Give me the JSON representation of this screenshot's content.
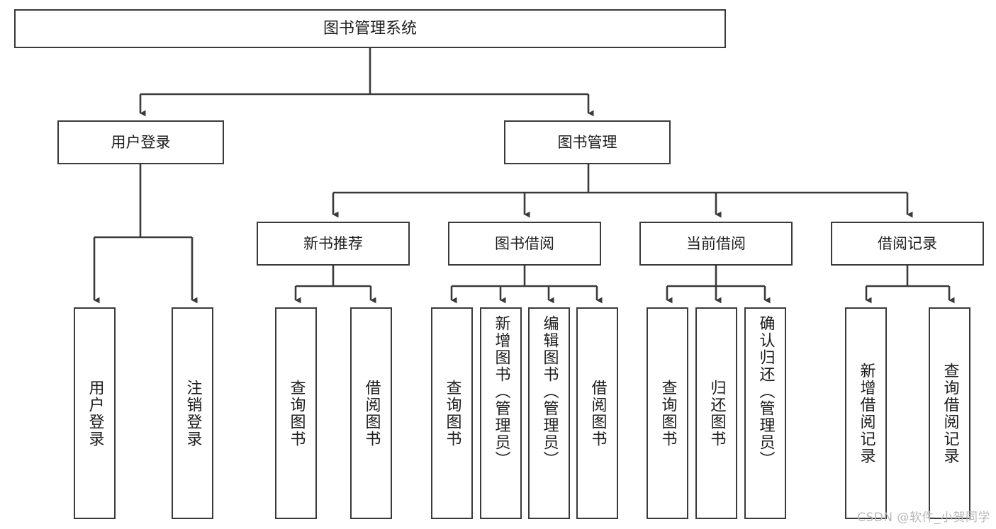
{
  "diagram": {
    "title": "图书管理系统",
    "type": "tree-hierarchy",
    "root": {
      "label": "图书管理系统"
    },
    "level2": [
      {
        "label": "用户登录"
      },
      {
        "label": "图书管理"
      }
    ],
    "level3": [
      {
        "label": "新书推荐"
      },
      {
        "label": "图书借阅"
      },
      {
        "label": "当前借阅"
      },
      {
        "label": "借阅记录"
      }
    ],
    "leaves": {
      "user_login": [
        {
          "label": "用户登录"
        },
        {
          "label": "注销登录"
        }
      ],
      "new_book_recommend": [
        {
          "label": "查询图书"
        },
        {
          "label": "借阅图书"
        }
      ],
      "book_borrow": [
        {
          "label": "查询图书"
        },
        {
          "label": "新增图书（管理员）"
        },
        {
          "label": "编辑图书（管理员）"
        },
        {
          "label": "借阅图书"
        }
      ],
      "current_borrow": [
        {
          "label": "查询图书"
        },
        {
          "label": "归还图书"
        },
        {
          "label": "确认归还（管理员）"
        }
      ],
      "borrow_record": [
        {
          "label": "新增借阅记录"
        },
        {
          "label": "查询借阅记录"
        }
      ]
    }
  },
  "watermark": {
    "text": "CSDN @软件_小贺同学"
  },
  "colors": {
    "background": "#ffffff",
    "box_border": "#3a3a3a",
    "box_fill": "#ffffff",
    "text": "#1d1d1d",
    "connector": "#3a3a3a",
    "watermark": "#b9b9b9"
  }
}
